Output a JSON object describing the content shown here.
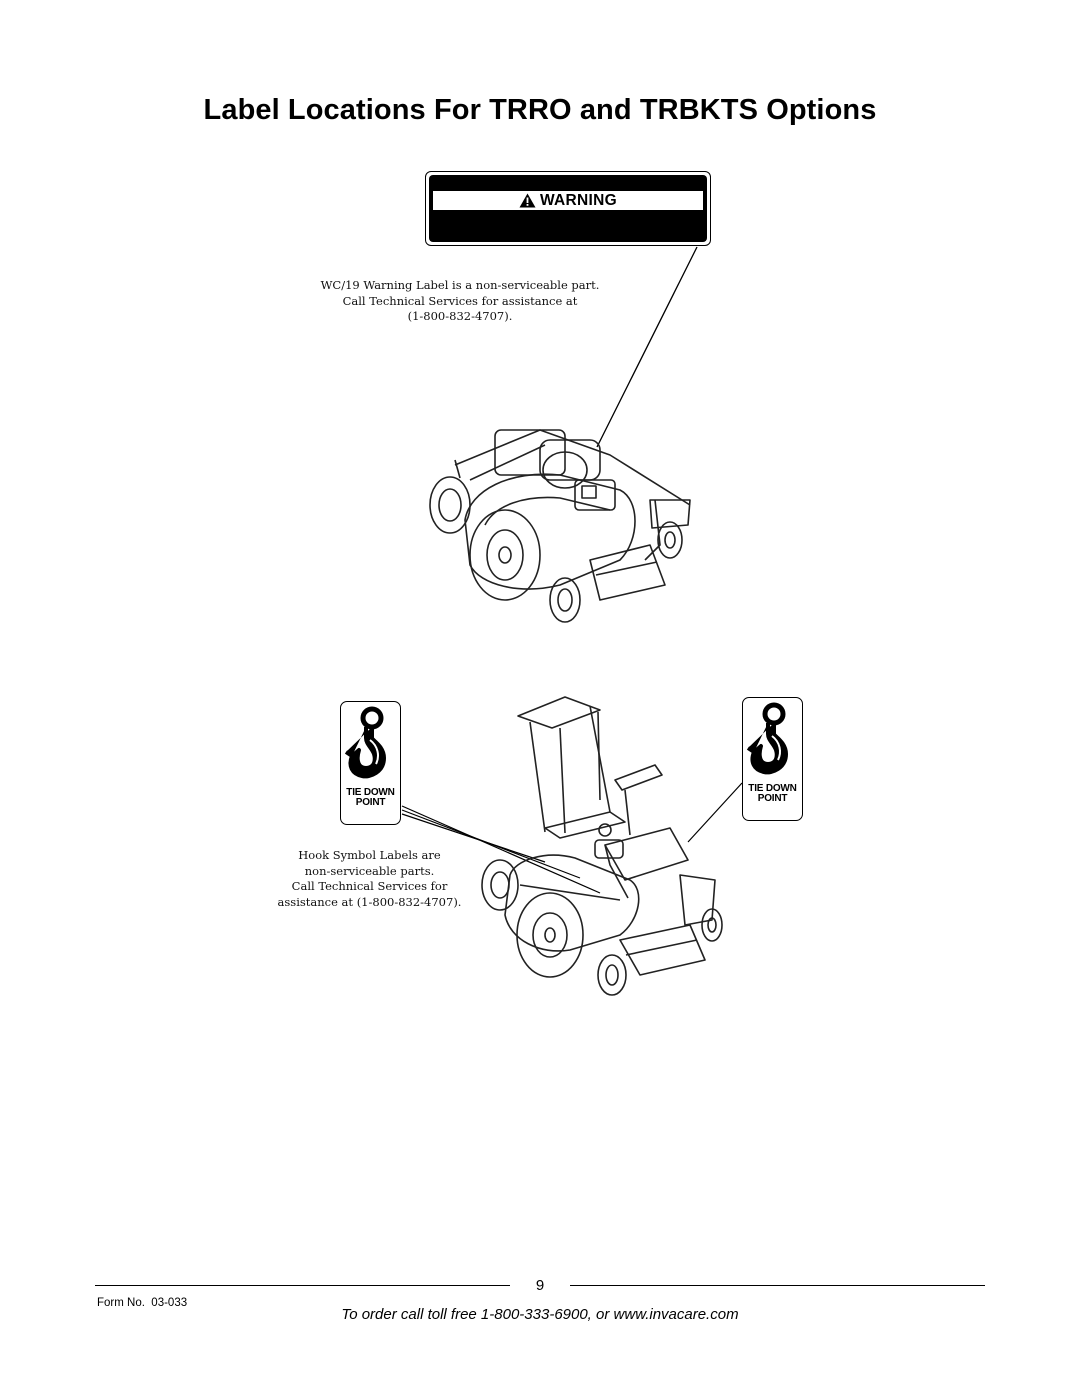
{
  "title": "Label Locations For TRRO and TRBKTS Options",
  "warning_label": {
    "heading": "WARNING",
    "icon": "warning-triangle-icon"
  },
  "warning_caption": {
    "lines": [
      "WC/19 Warning Label is a non-serviceable part.",
      "Call Technical Services for assistance at",
      "(1-800-832-4707)."
    ]
  },
  "tie_down_label": {
    "line1": "TIE DOWN",
    "line2": "POINT",
    "icon": "hook-icon"
  },
  "hook_caption": {
    "lines": [
      "Hook Symbol Labels are",
      "non-serviceable parts.",
      "Call Technical Services for",
      "assistance at (1-800-832-4707)."
    ]
  },
  "footer": {
    "page_number": "9",
    "form_number": "Form No.  03-033",
    "order_text": "To order call toll free 1-800-333-6900, or www.invacare.com"
  }
}
